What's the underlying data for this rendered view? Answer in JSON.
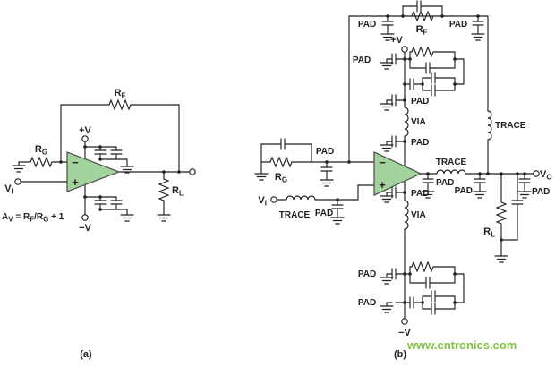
{
  "figure": {
    "caption_a": "(a)",
    "caption_b": "(b)",
    "watermark": "www.cntronics.com"
  },
  "labels": {
    "pad": "PAD",
    "via": "VIA",
    "trace": "TRACE",
    "supply_pos": "+V",
    "supply_neg": "−V",
    "r_f": [
      "R",
      "F"
    ],
    "r_g": [
      "R",
      "G"
    ],
    "r_l": [
      "R",
      "L"
    ],
    "v_i": [
      "V",
      "I"
    ],
    "v_o": [
      "V",
      "O"
    ]
  },
  "opamp": {
    "inverting": "−",
    "noninverting": "+"
  },
  "formula": [
    "A",
    "V",
    " = R",
    "F",
    "/R",
    "G",
    " + 1"
  ],
  "colors": {
    "line": "#231f20",
    "opamp-fill": "#a3d39c",
    "opamp-stroke": "#4a4a4a",
    "watermark": "#7fc143",
    "background": "#ffffff"
  }
}
